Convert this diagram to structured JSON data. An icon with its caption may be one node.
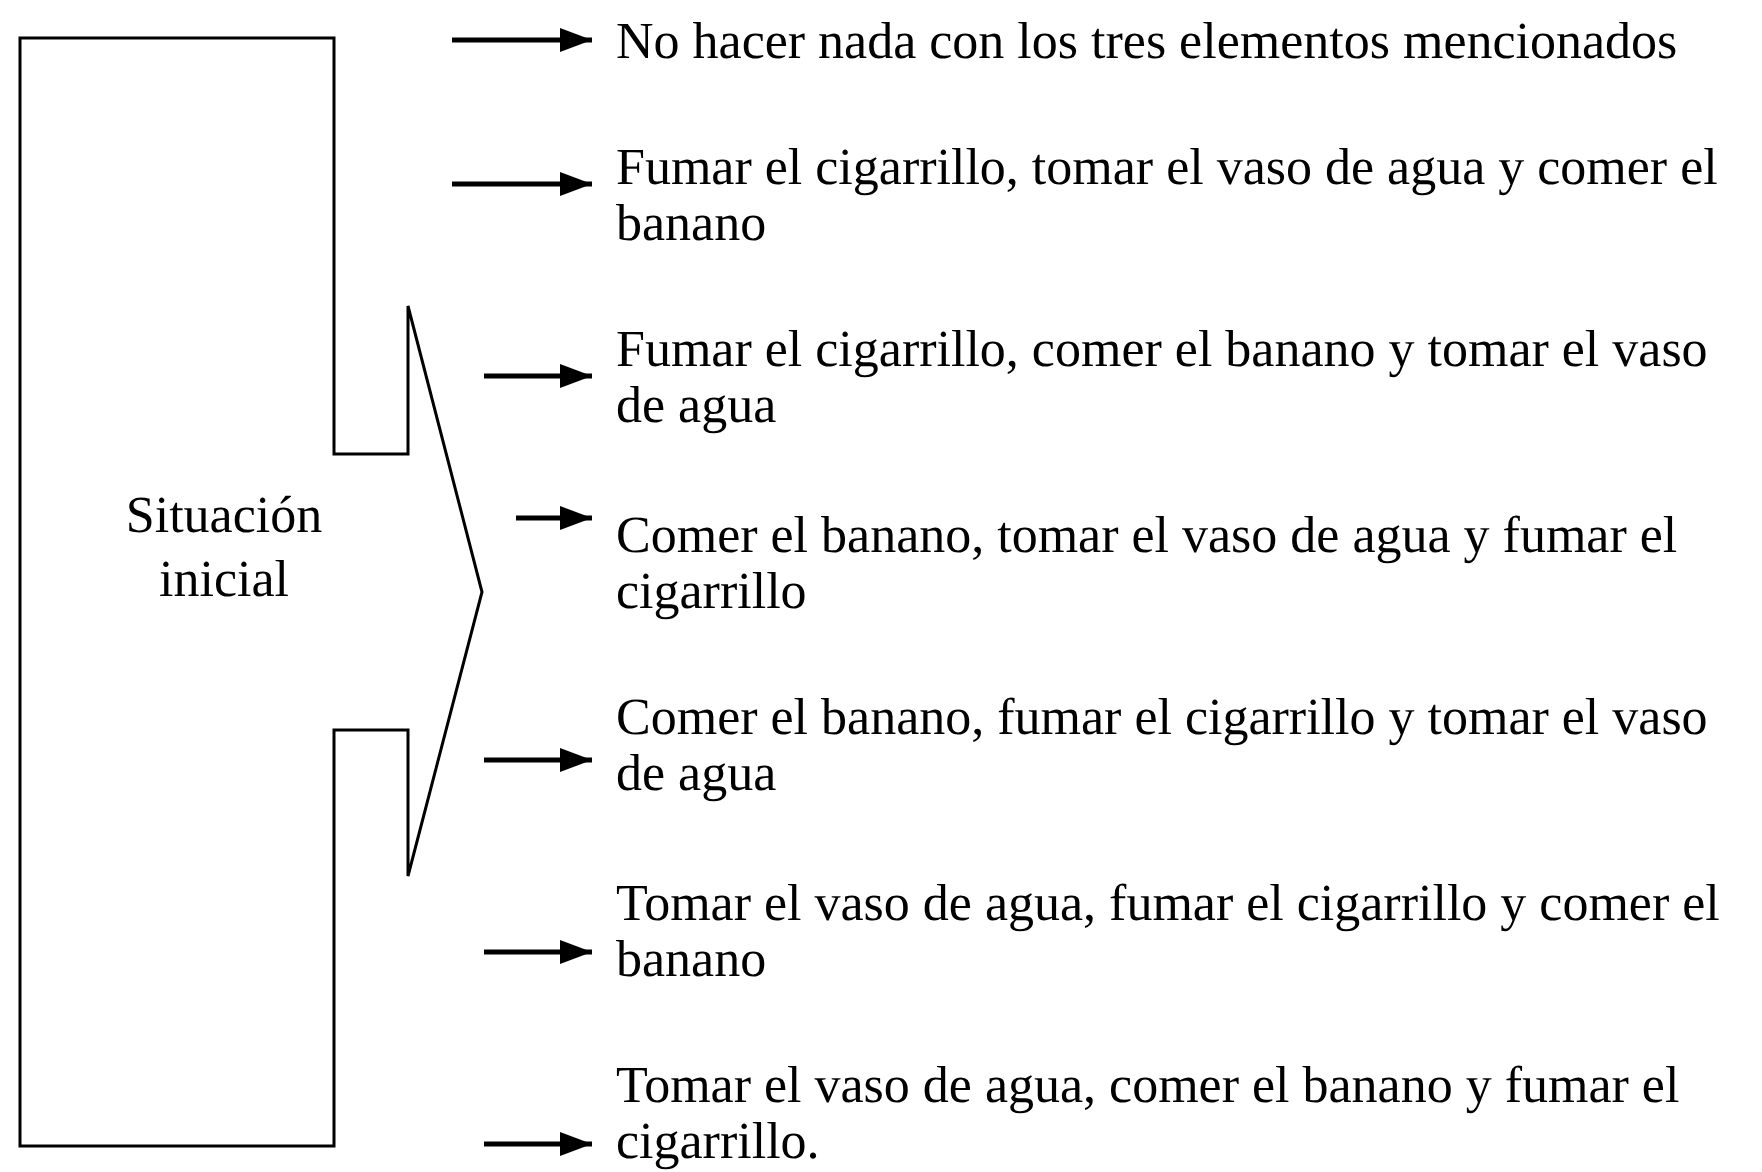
{
  "diagram": {
    "nodes": [
      {
        "text": [
          "Situación inicial"
        ]
      },
      {
        "text": [
          "No hacer nada con los tres elementos mencionados"
        ]
      },
      {
        "text": [
          "Fumar el cigarrillo, tomar el vaso de agua y comer el banano"
        ]
      },
      {
        "text": [
          "Fumar el cigarrillo, comer el banano y tomar el vaso de agua"
        ]
      },
      {
        "text": [
          "Comer el banano, tomar el vaso de agua y fumar el cigarrillo"
        ]
      },
      {
        "text": [
          "Comer el banano, fumar el cigarrillo y tomar el vaso de agua"
        ]
      },
      {
        "text": [
          "Tomar el vaso de agua, fumar el cigarrillo y comer el banano"
        ]
      },
      {
        "text": [
          "Tomar el vaso de agua, comer el banano y fumar el cigarrillo."
        ]
      }
    ],
    "edges": [
      {
        "from": null,
        "to": 1,
        "arrow": "to"
      },
      {
        "from": null,
        "to": 2,
        "arrow": "to"
      },
      {
        "from": null,
        "to": 3,
        "arrow": "to"
      },
      {
        "from": null,
        "to": 4,
        "arrow": "to"
      },
      {
        "from": null,
        "to": 5,
        "arrow": "to"
      },
      {
        "from": null,
        "to": 6,
        "arrow": "to"
      },
      {
        "from": null,
        "to": 7,
        "arrow": "to"
      }
    ]
  }
}
